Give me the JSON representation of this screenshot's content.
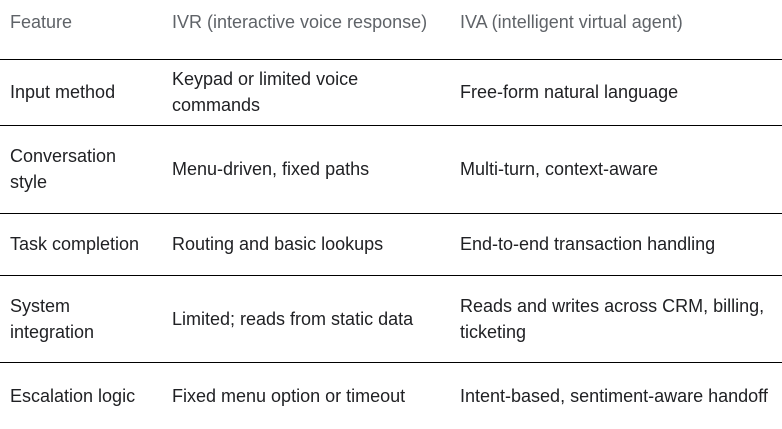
{
  "table": {
    "columns": [
      "Feature",
      "IVR (interactive voice response)",
      "IVA (intelligent virtual agent)"
    ],
    "rows": [
      {
        "feature": "Input method",
        "ivr": "Keypad or limited voice commands",
        "iva": "Free-form natural language"
      },
      {
        "feature": "Conversation style",
        "ivr": "Menu-driven, fixed paths",
        "iva": "Multi-turn, context-aware"
      },
      {
        "feature": "Task completion",
        "ivr": "Routing and basic lookups",
        "iva": "End-to-end transaction handling"
      },
      {
        "feature": "System integration",
        "ivr": "Limited; reads from static data",
        "iva": "Reads and writes across CRM, billing, ticketing"
      },
      {
        "feature": "Escalation logic",
        "ivr": "Fixed menu option or timeout",
        "iva": "Intent-based, sentiment-aware handoff"
      }
    ],
    "colors": {
      "header_text": "#5f6368",
      "body_text": "#202124",
      "divider": "#000000",
      "background": "#ffffff"
    }
  }
}
